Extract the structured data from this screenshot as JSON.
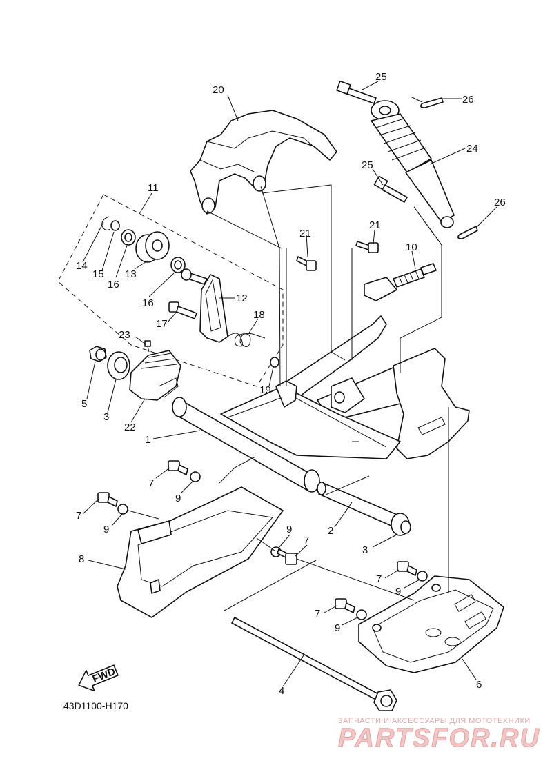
{
  "diagram": {
    "code": "43D1100-H170",
    "fwd_label": "FWD",
    "labels": {
      "p1": "1",
      "p2": "2",
      "p3a": "3",
      "p3b": "3",
      "p4": "4",
      "p5": "5",
      "p6": "6",
      "p7a": "7",
      "p7b": "7",
      "p7c": "7",
      "p7d": "7",
      "p7e": "7",
      "p8": "8",
      "p9a": "9",
      "p9b": "9",
      "p9c": "9",
      "p9d": "9",
      "p9e": "9",
      "p10": "10",
      "p11": "11",
      "p12": "12",
      "p13": "13",
      "p14": "14",
      "p15": "15",
      "p16a": "16",
      "p16b": "16",
      "p17": "17",
      "p18": "18",
      "p19": "19",
      "p20": "20",
      "p21a": "21",
      "p21b": "21",
      "p22": "22",
      "p23": "23",
      "p24": "24",
      "p25a": "25",
      "p25b": "25",
      "p26a": "26",
      "p26b": "26"
    }
  },
  "watermark": {
    "tagline": "ЗАПЧАСТИ И АКСЕССУАРЫ ДЛЯ МОТОТЕХНИКИ",
    "brand": "PARTSFOR.RU"
  }
}
